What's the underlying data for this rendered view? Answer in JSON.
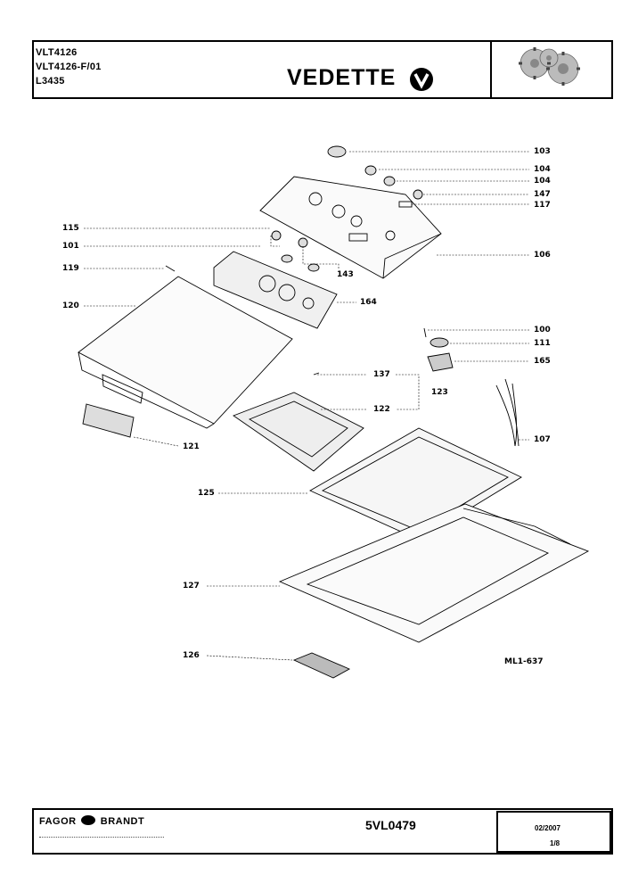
{
  "header": {
    "models": [
      "VLT4126",
      "VLT4126-F/01",
      "L3435"
    ],
    "brand": "VEDETTE"
  },
  "callouts": [
    {
      "num": "103"
    },
    {
      "num": "104"
    },
    {
      "num": "104"
    },
    {
      "num": "147"
    },
    {
      "num": "117"
    },
    {
      "num": "115"
    },
    {
      "num": "101"
    },
    {
      "num": "106"
    },
    {
      "num": "119"
    },
    {
      "num": "143"
    },
    {
      "num": "120"
    },
    {
      "num": "164"
    },
    {
      "num": "100"
    },
    {
      "num": "111"
    },
    {
      "num": "165"
    },
    {
      "num": "137"
    },
    {
      "num": "123"
    },
    {
      "num": "122"
    },
    {
      "num": "107"
    },
    {
      "num": "121"
    },
    {
      "num": "125"
    },
    {
      "num": "127"
    },
    {
      "num": "126"
    }
  ],
  "diagram_ref": "ML1-637",
  "footer": {
    "brand_left": "FAGOR",
    "brand_right": "BRANDT",
    "doc_number": "5VL0479",
    "date": "02/2007",
    "page": "1/8"
  }
}
